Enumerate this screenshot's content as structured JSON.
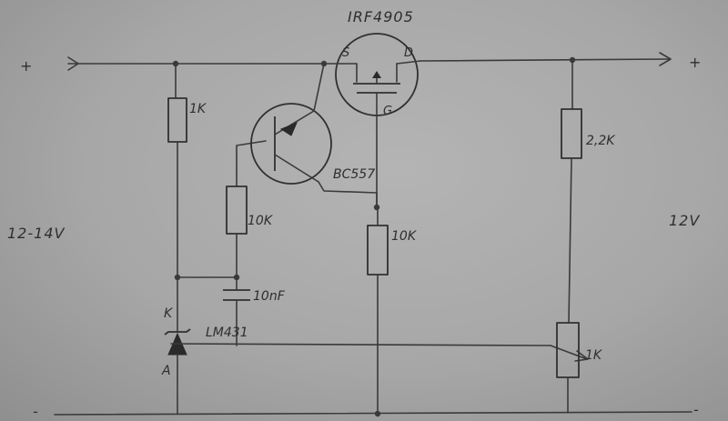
{
  "schematic": {
    "title": "IRF4905",
    "input": {
      "plus": "+",
      "minus": "-",
      "voltage": "12-14V"
    },
    "output": {
      "plus": "+",
      "minus": "-",
      "voltage": "12V"
    },
    "mosfet": {
      "source": "S",
      "drain": "D",
      "gate": "G"
    },
    "transistor": "BC557",
    "regulator": {
      "name": "LM431",
      "cathode": "K",
      "anode": "A"
    },
    "resistors": {
      "r_input": "1K",
      "r_base": "10K",
      "r_gate": "10K",
      "r_top": "2,2K",
      "r_pot": "1K"
    },
    "capacitor": "10nF"
  }
}
